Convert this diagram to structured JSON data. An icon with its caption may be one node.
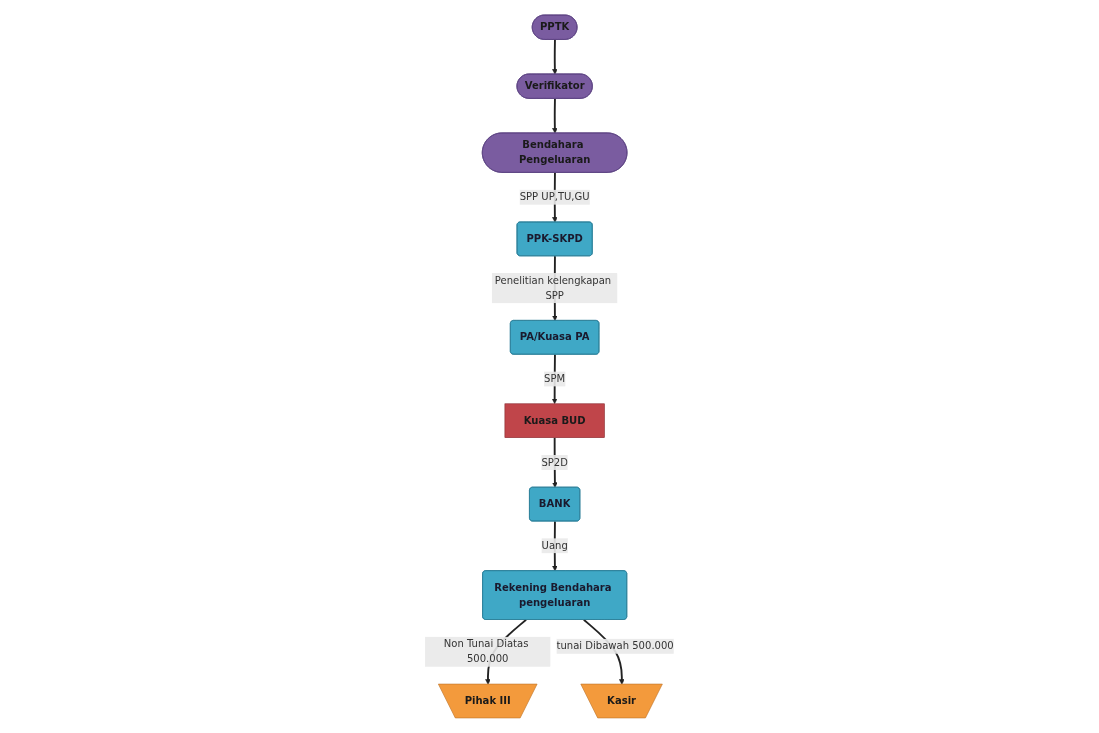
{
  "diagram": {
    "nodes": [
      {
        "text": [
          "PA/Kuasa PA"
        ]
      },
      {
        "text": [
          "Kuasa BUD"
        ]
      },
      {
        "text": [
          "PPK-SKPD"
        ]
      },
      {
        "text": [
          "BANK"
        ]
      },
      {
        "text": [
          "Rekening Bendahara pengeluaran"
        ]
      },
      {
        "text": [
          "Bendahara Pengeluaran"
        ]
      },
      {
        "text": [
          "Verifikator"
        ]
      },
      {
        "text": [
          "Pihak III"
        ]
      },
      {
        "text": [
          "Kasir"
        ]
      },
      {
        "text": [
          "PPTK"
        ]
      }
    ],
    "edges": [
      {
        "from": 9,
        "to": 6,
        "arrow": "to"
      },
      {
        "from": 6,
        "to": 5,
        "arrow": "to"
      },
      {
        "from": 5,
        "to": 2,
        "arrow": "to",
        "label": "SPP UP,TU,GU"
      },
      {
        "from": 2,
        "to": 0,
        "arrow": "to",
        "label": "Penelitian kelengkapan SPP"
      },
      {
        "from": 0,
        "to": 1,
        "arrow": "to",
        "label": "SPM"
      },
      {
        "from": 1,
        "to": 3,
        "arrow": "to",
        "label": "SP2D"
      },
      {
        "from": 3,
        "to": 4,
        "arrow": "to",
        "label": "Uang"
      },
      {
        "from": 4,
        "to": 7,
        "arrow": "to",
        "label": "Non Tunai Diatas 500.000"
      },
      {
        "from": 4,
        "to": 8,
        "arrow": "to",
        "label": "tunai Dibawah 500.000"
      }
    ]
  }
}
